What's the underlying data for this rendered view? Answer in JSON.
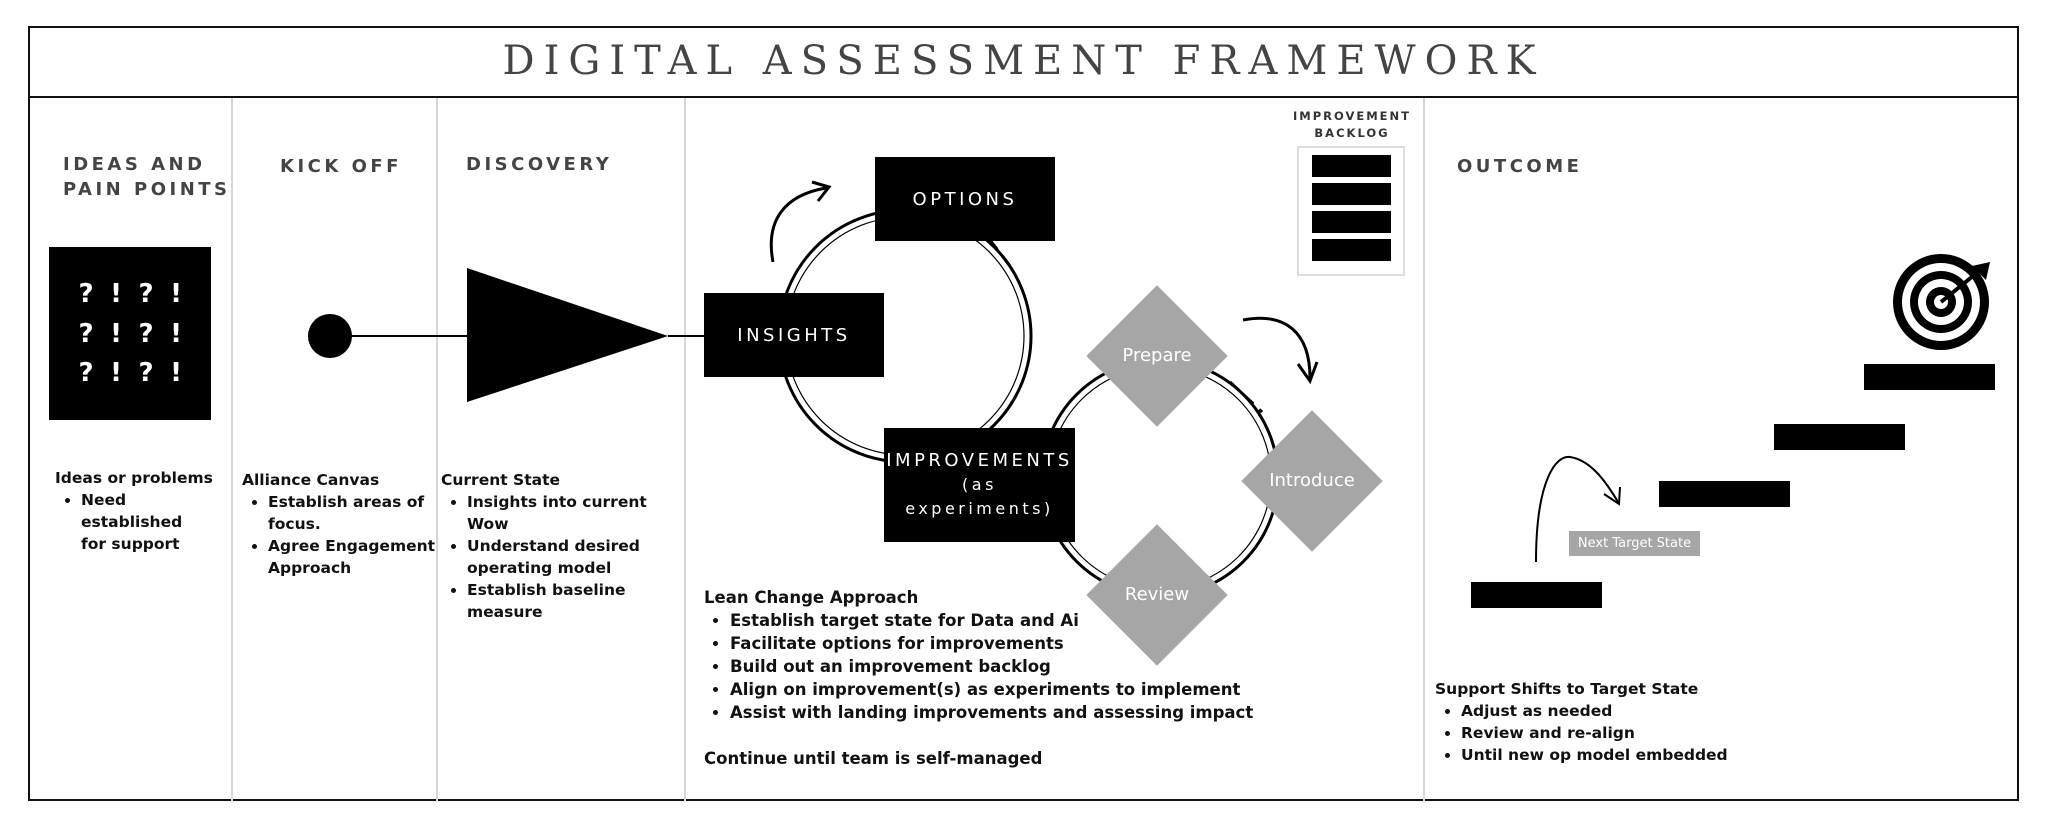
{
  "title": "DIGITAL ASSESSMENT FRAMEWORK",
  "columns": {
    "ideas": {
      "heading_line1": "IDEAS AND",
      "heading_line2": "PAIN POINTS",
      "grid_symbols": [
        "?",
        "!",
        "?",
        "!",
        "?",
        "!",
        "?",
        "!",
        "?",
        "!",
        "?",
        "!"
      ],
      "block_title": "Ideas or problems",
      "bullets": [
        "Need established",
        "for support"
      ]
    },
    "kickoff": {
      "heading": "KICK OFF",
      "block_title": "Alliance Canvas",
      "bullets": [
        {
          "line1": "Establish areas of",
          "line2": "focus."
        },
        {
          "line1": "Agree Engagement",
          "line2": "Approach"
        }
      ]
    },
    "discovery": {
      "heading": "DISCOVERY",
      "block_title": "Current State",
      "bullets": [
        {
          "line1": "Insights into current Wow",
          "line2": ""
        },
        {
          "line1": "Understand desired",
          "line2": "operating model"
        },
        {
          "line1": "Establish baseline measure",
          "line2": ""
        }
      ]
    },
    "lean": {
      "backlog_label_line1": "IMPROVEMENT",
      "backlog_label_line2": "BACKLOG",
      "boxes": {
        "options": "OPTIONS",
        "insights": "INSIGHTS",
        "improvements_line1": "IMPROVEMENTS",
        "improvements_line2": "(as experiments)"
      },
      "diamonds": {
        "prepare": "Prepare",
        "introduce": "Introduce",
        "review": "Review"
      },
      "block_title": "Lean Change Approach",
      "bullets": [
        "Establish target state for Data and Ai",
        "Facilitate options for improvements",
        "Build out an improvement backlog",
        "Align on improvement(s) as experiments to implement",
        "Assist with landing improvements and assessing impact"
      ],
      "footer": "Continue until team is self-managed"
    },
    "outcome": {
      "heading": "OUTCOME",
      "next_target_label": "Next Target State",
      "block_title": "Support Shifts to Target State",
      "bullets": [
        "Adjust as needed",
        "Review and re-align",
        "Until new op model embedded"
      ]
    }
  },
  "icons": [
    "target-icon",
    "curved-arrow-icon"
  ],
  "colors": {
    "frame": "#111111",
    "title_text": "#444444",
    "diamond_fill": "#a6a6a6",
    "divider": "#d6d6d6",
    "box_fill": "#000000"
  }
}
